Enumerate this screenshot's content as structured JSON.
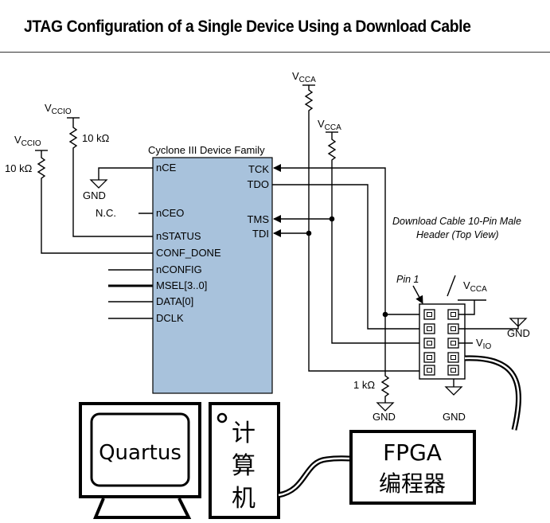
{
  "title": "JTAG Configuration of a Single Device Using a Download Cable",
  "device": {
    "family_label": "Cyclone III Device Family",
    "left_pins": [
      "nCE",
      "nCEO",
      "nSTATUS",
      "CONF_DONE",
      "nCONFIG",
      "MSEL[3..0]",
      "DATA[0]",
      "DCLK"
    ],
    "right_pins": [
      "TCK",
      "TDO",
      "TMS",
      "TDI"
    ],
    "nc_label": "N.C."
  },
  "supplies": {
    "vccio_label": "V",
    "vccio_sub": "CCIO",
    "vcca_label": "V",
    "vcca_sub": "CCA",
    "vio_label": "V",
    "vio_sub": "IO",
    "gnd": "GND"
  },
  "resistors": {
    "r_10k_a": "10 kΩ",
    "r_10k_b": "10 kΩ",
    "r_1k": "1 kΩ"
  },
  "header": {
    "caption_line1": "Download Cable 10-Pin Male",
    "caption_line2": "Header (Top View)",
    "pin1_label": "Pin 1"
  },
  "computer": {
    "screen_text": "Quartus",
    "tower_chars": [
      "计",
      "算",
      "机"
    ]
  },
  "programmer": {
    "line1": "FPGA",
    "line2": "编程器"
  },
  "colors": {
    "device_fill": "#a8c2dc",
    "wire": "#000000"
  }
}
